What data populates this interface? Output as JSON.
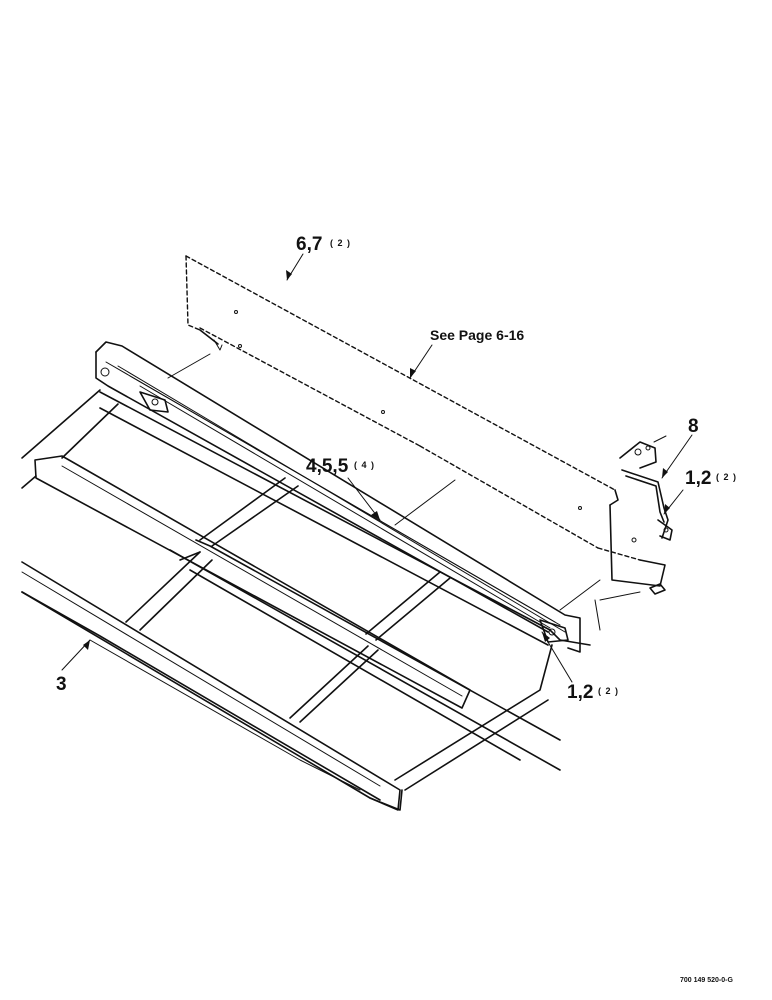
{
  "callouts": {
    "c67": {
      "label": "6,7",
      "qty": "( 2 )"
    },
    "see_page": {
      "label": "See Page 6-16"
    },
    "c8": {
      "label": "8"
    },
    "c12_right": {
      "label": "1,2",
      "qty": "( 2 )"
    },
    "c455": {
      "label": "4,5,5",
      "qty": "( 4 )"
    },
    "c3": {
      "label": "3"
    },
    "c12_bottom": {
      "label": "1,2",
      "qty": "( 2 )"
    }
  },
  "footer": {
    "part_number": "700 149 520-0-G"
  }
}
